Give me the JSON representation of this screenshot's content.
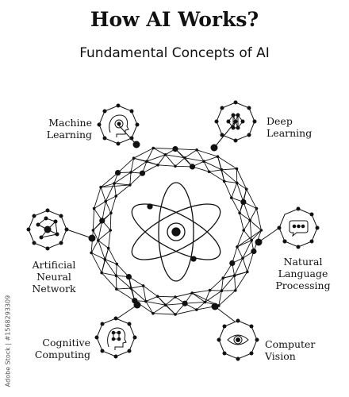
{
  "title": "How AI Works?",
  "subtitle": "Fundamental Concepts of AI",
  "concepts": {
    "machine_learning": [
      "Machine",
      "Learning"
    ],
    "deep_learning": [
      "Deep",
      "Learning"
    ],
    "artificial_neural_network": [
      "Artificial",
      "Neural",
      "Network"
    ],
    "natural_language_processing": [
      "Natural",
      "Language",
      "Processing"
    ],
    "cognitive_computing": [
      "Cognitive",
      "Computing"
    ],
    "computer_vision": [
      "Computer",
      "Vision"
    ]
  },
  "side_text": "Adobe Stock | #1568293309",
  "colors": {
    "ink": "#111111",
    "background": "#ffffff"
  }
}
